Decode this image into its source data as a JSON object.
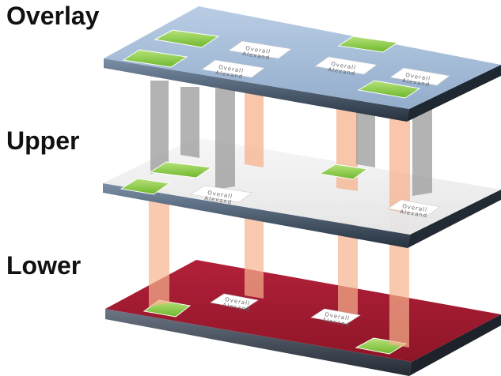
{
  "labels": {
    "overlay": "Overlay",
    "upper": "Upper",
    "lower": "Lower"
  },
  "card_text": {
    "line1": "Overall",
    "line2": "Alexand"
  },
  "colors": {
    "overlay_plane": "#a9c0da",
    "upper_plane": "#efefef",
    "lower_plane": "#a11b2e",
    "green_tile": "#8fd04a",
    "gray_connector": "#9a9a9a",
    "orange_connector": "#f7b38e"
  }
}
